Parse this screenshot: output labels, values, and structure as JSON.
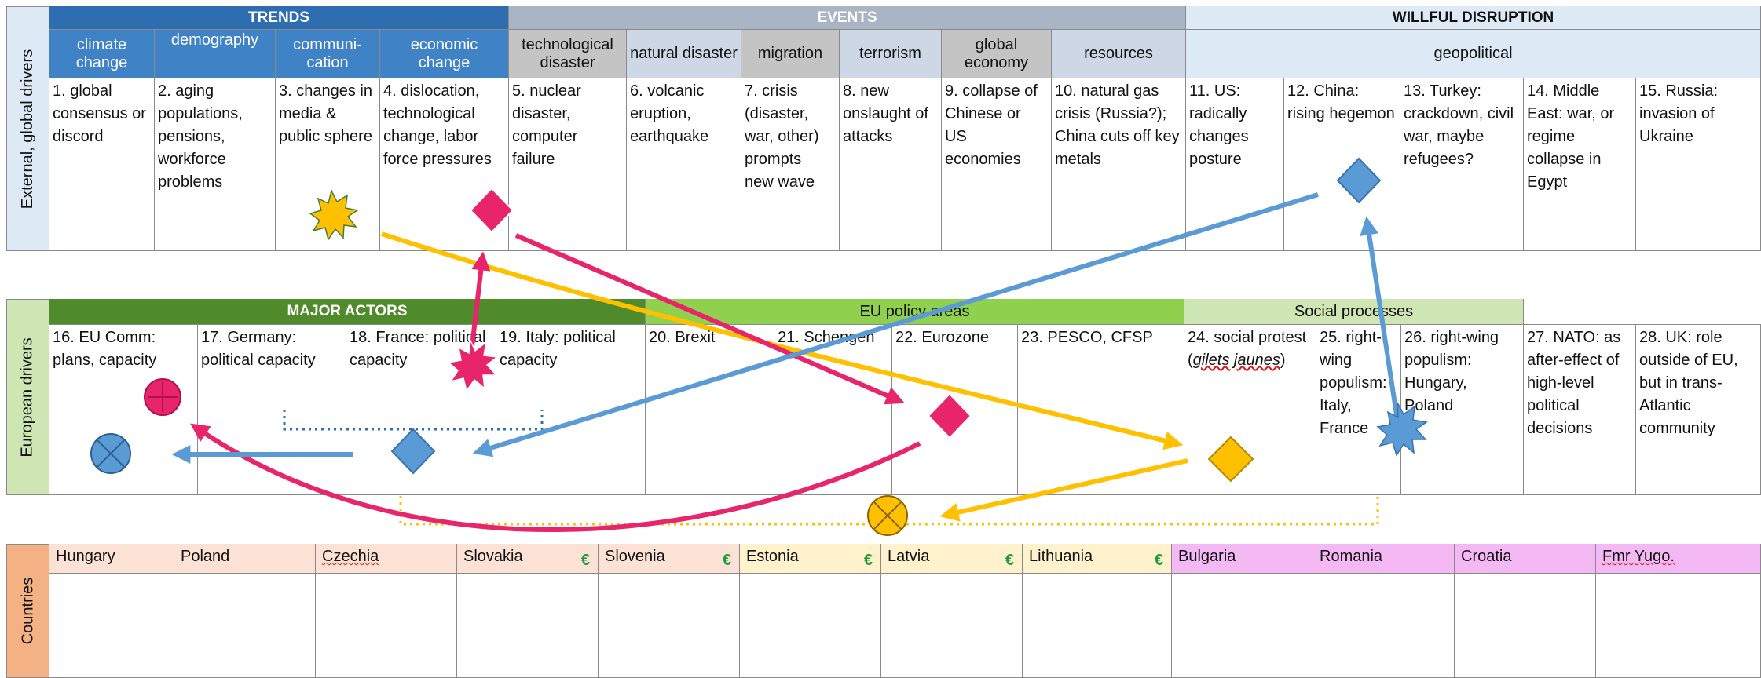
{
  "external": {
    "side_label": "External, global drivers",
    "groups": {
      "trends": "TRENDS",
      "events": "EVENTS",
      "willful": "WILLFUL DISRUPTION"
    },
    "subheads": {
      "climate": "climate change",
      "demography": "demography",
      "communication": "communi-cation",
      "economic": "economic change",
      "tech_disaster": "technological disaster",
      "natural_disaster": "natural disaster",
      "migration": "migration",
      "terrorism": "terrorism",
      "global_economy": "global economy",
      "resources": "resources",
      "geopolitical": "geopolitical"
    },
    "items": {
      "c1": "1. global consensus or discord",
      "c2": "2. aging populations, pensions, workforce problems",
      "c3": "3. changes in media & public sphere",
      "c4": "4. dislocation, technological change, labor force pressures",
      "c5": "5. nuclear disaster, computer failure",
      "c6": "6. volcanic eruption, earthquake",
      "c7": "7. crisis (disaster, war, other) prompts new wave",
      "c8": "8. new onslaught of attacks",
      "c9": "9. collapse of Chinese or US economies",
      "c10": "10. natural gas crisis (Russia?); China cuts off key metals",
      "c11": "11. US: radically changes posture",
      "c12": "12. China: rising hegemon",
      "c13": "13. Turkey: crackdown, civil war, maybe refugees?",
      "c14": "14. Middle East: war, or regime collapse in Egypt",
      "c15": "15. Russia: invasion of Ukraine"
    }
  },
  "european": {
    "side_label": "European drivers",
    "groups": {
      "actors": "MAJOR ACTORS",
      "policy": "EU policy areas",
      "social": "Social processes"
    },
    "items": {
      "c16": "16. EU Comm: plans, capacity",
      "c17": "17. Germany: political capacity",
      "c18": "18. France: political capacity",
      "c19": "19. Italy: political capacity",
      "c20": "20. Brexit",
      "c21": "21. Schengen",
      "c22": "22. Eurozone",
      "c23": "23. PESCO, CFSP",
      "c24_a": "24. social protest (",
      "c24_b": "gilets jaunes",
      "c24_c": ")",
      "c25": "25. right-wing populism: Italy, France",
      "c26": "26. right-wing populism: Hungary, Poland",
      "c27": "27. NATO: as after-effect of high-level political decisions",
      "c28": "28. UK: role outside of EU, but in trans-Atlantic community"
    }
  },
  "countries": {
    "side_label": "Countries",
    "euro_symbol": "€",
    "list": [
      "Hungary",
      "Poland",
      "Czechia",
      "Slovakia",
      "Slovenia",
      "Estonia",
      "Latvia",
      "Lithuania",
      "Bulgaria",
      "Romania",
      "Croatia",
      "Fmr Yugo."
    ]
  },
  "colors": {
    "trends_dark": "#2e6db0",
    "trends_light": "#3f82c6",
    "events_dark": "#a9b4c4",
    "events_grey": "#c4c4c4",
    "events_blue": "#cdd7e6",
    "willful_bg": "#dde9f5",
    "actors_green": "#4f8a2b",
    "policy_green": "#8fd14f",
    "social_green": "#cde6b4",
    "europe_label": "#cde6b4",
    "countries_orange": "#f4b183",
    "arrow_pink": "#e8246a",
    "arrow_blue": "#5b9bd5",
    "arrow_yellow": "#ffc000"
  }
}
